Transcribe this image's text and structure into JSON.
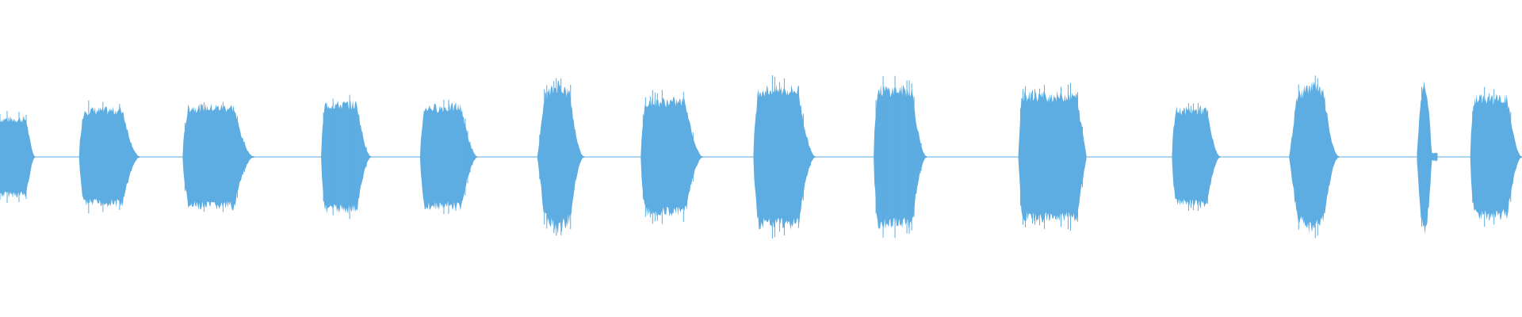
{
  "waveform": {
    "color": "#5dade2",
    "baseline_level": 0.01,
    "bursts": [
      {
        "start": 0.0,
        "end": 0.023,
        "amplitude": 0.13,
        "shape": "flat-cut"
      },
      {
        "start": 0.052,
        "end": 0.092,
        "amplitude": 0.16,
        "shape": "rounded"
      },
      {
        "start": 0.12,
        "end": 0.167,
        "amplitude": 0.17,
        "shape": "rounded"
      },
      {
        "start": 0.211,
        "end": 0.244,
        "amplitude": 0.18,
        "shape": "rounded"
      },
      {
        "start": 0.276,
        "end": 0.314,
        "amplitude": 0.17,
        "shape": "rounded"
      },
      {
        "start": 0.353,
        "end": 0.384,
        "amplitude": 0.25,
        "shape": "peaked"
      },
      {
        "start": 0.421,
        "end": 0.462,
        "amplitude": 0.19,
        "shape": "rounded"
      },
      {
        "start": 0.495,
        "end": 0.536,
        "amplitude": 0.23,
        "shape": "rounded"
      },
      {
        "start": 0.574,
        "end": 0.609,
        "amplitude": 0.23,
        "shape": "rounded"
      },
      {
        "start": 0.669,
        "end": 0.714,
        "amplitude": 0.21,
        "shape": "flat"
      },
      {
        "start": 0.77,
        "end": 0.802,
        "amplitude": 0.16,
        "shape": "rounded"
      },
      {
        "start": 0.847,
        "end": 0.88,
        "amplitude": 0.25,
        "shape": "peaked"
      },
      {
        "start": 0.931,
        "end": 0.945,
        "amplitude": 0.25,
        "shape": "spike"
      },
      {
        "start": 0.966,
        "end": 1.0,
        "amplitude": 0.2,
        "shape": "rounded"
      }
    ]
  }
}
